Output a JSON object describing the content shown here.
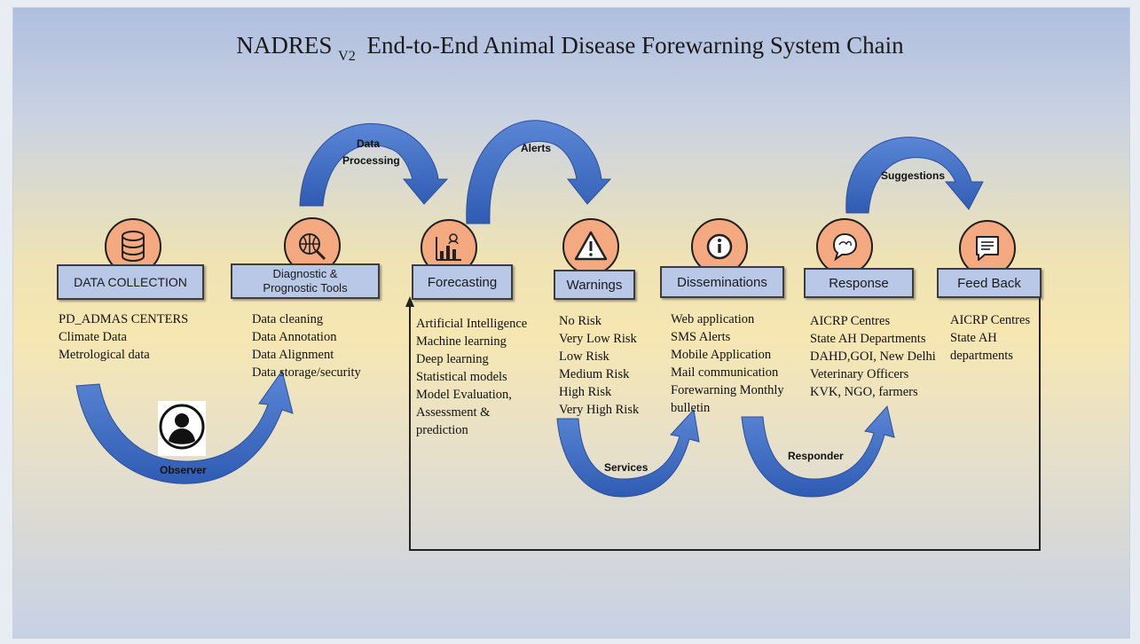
{
  "title": {
    "main_left": "NADRES",
    "subscript": "V2",
    "main_right": "End-to-End Animal Disease Forewarning System Chain"
  },
  "stages": [
    {
      "label": "DATA  COLLECTION",
      "icon": "database-icon",
      "items": [
        "PD_ADMAS CENTERS",
        "Climate Data",
        "Metrological data"
      ]
    },
    {
      "label_line1": "Diagnostic &",
      "label_line2": "Prognostic Tools",
      "icon": "globe-search-icon",
      "items": [
        "Data cleaning",
        "Data Annotation",
        "Data Alignment",
        "Data storage/security"
      ]
    },
    {
      "label": "Forecasting",
      "icon": "forecast-chart-icon",
      "items": [
        "Artificial Intelligence",
        "Machine learning",
        "Deep learning",
        "Statistical models",
        "Model Evaluation,",
        "Assessment &",
        "prediction"
      ]
    },
    {
      "label": "Warnings",
      "icon": "warning-icon",
      "items": [
        "No Risk",
        "Very Low Risk",
        "Low Risk",
        "Medium Risk",
        "High Risk",
        "Very High Risk"
      ]
    },
    {
      "label": "Disseminations",
      "icon": "info-icon",
      "items": [
        "Web application",
        "SMS Alerts",
        "Mobile Application",
        "Mail communication",
        "Forewarning Monthly",
        "bulletin"
      ]
    },
    {
      "label": "Response",
      "icon": "chat-bubble-icon",
      "items": [
        "AICRP Centres",
        "State  AH Departments",
        "DAHD,GOI,  New Delhi",
        "Veterinary Officers",
        "KVK,  NGO, farmers"
      ]
    },
    {
      "label": "Feed Back",
      "icon": "feedback-icon",
      "items": [
        "AICRP Centres",
        "State AH",
        "departments"
      ]
    }
  ],
  "arrows": {
    "data_processing_line1": "Data",
    "data_processing_line2": "Processing",
    "alerts": "Alerts",
    "suggestions": "Suggestions",
    "observer": "Observer",
    "services": "Services",
    "responder": "Responder"
  },
  "colors": {
    "arrow_blue": "#4472c4",
    "circle_orange": "#f4a980",
    "box_blue": "#b9c8e6"
  }
}
